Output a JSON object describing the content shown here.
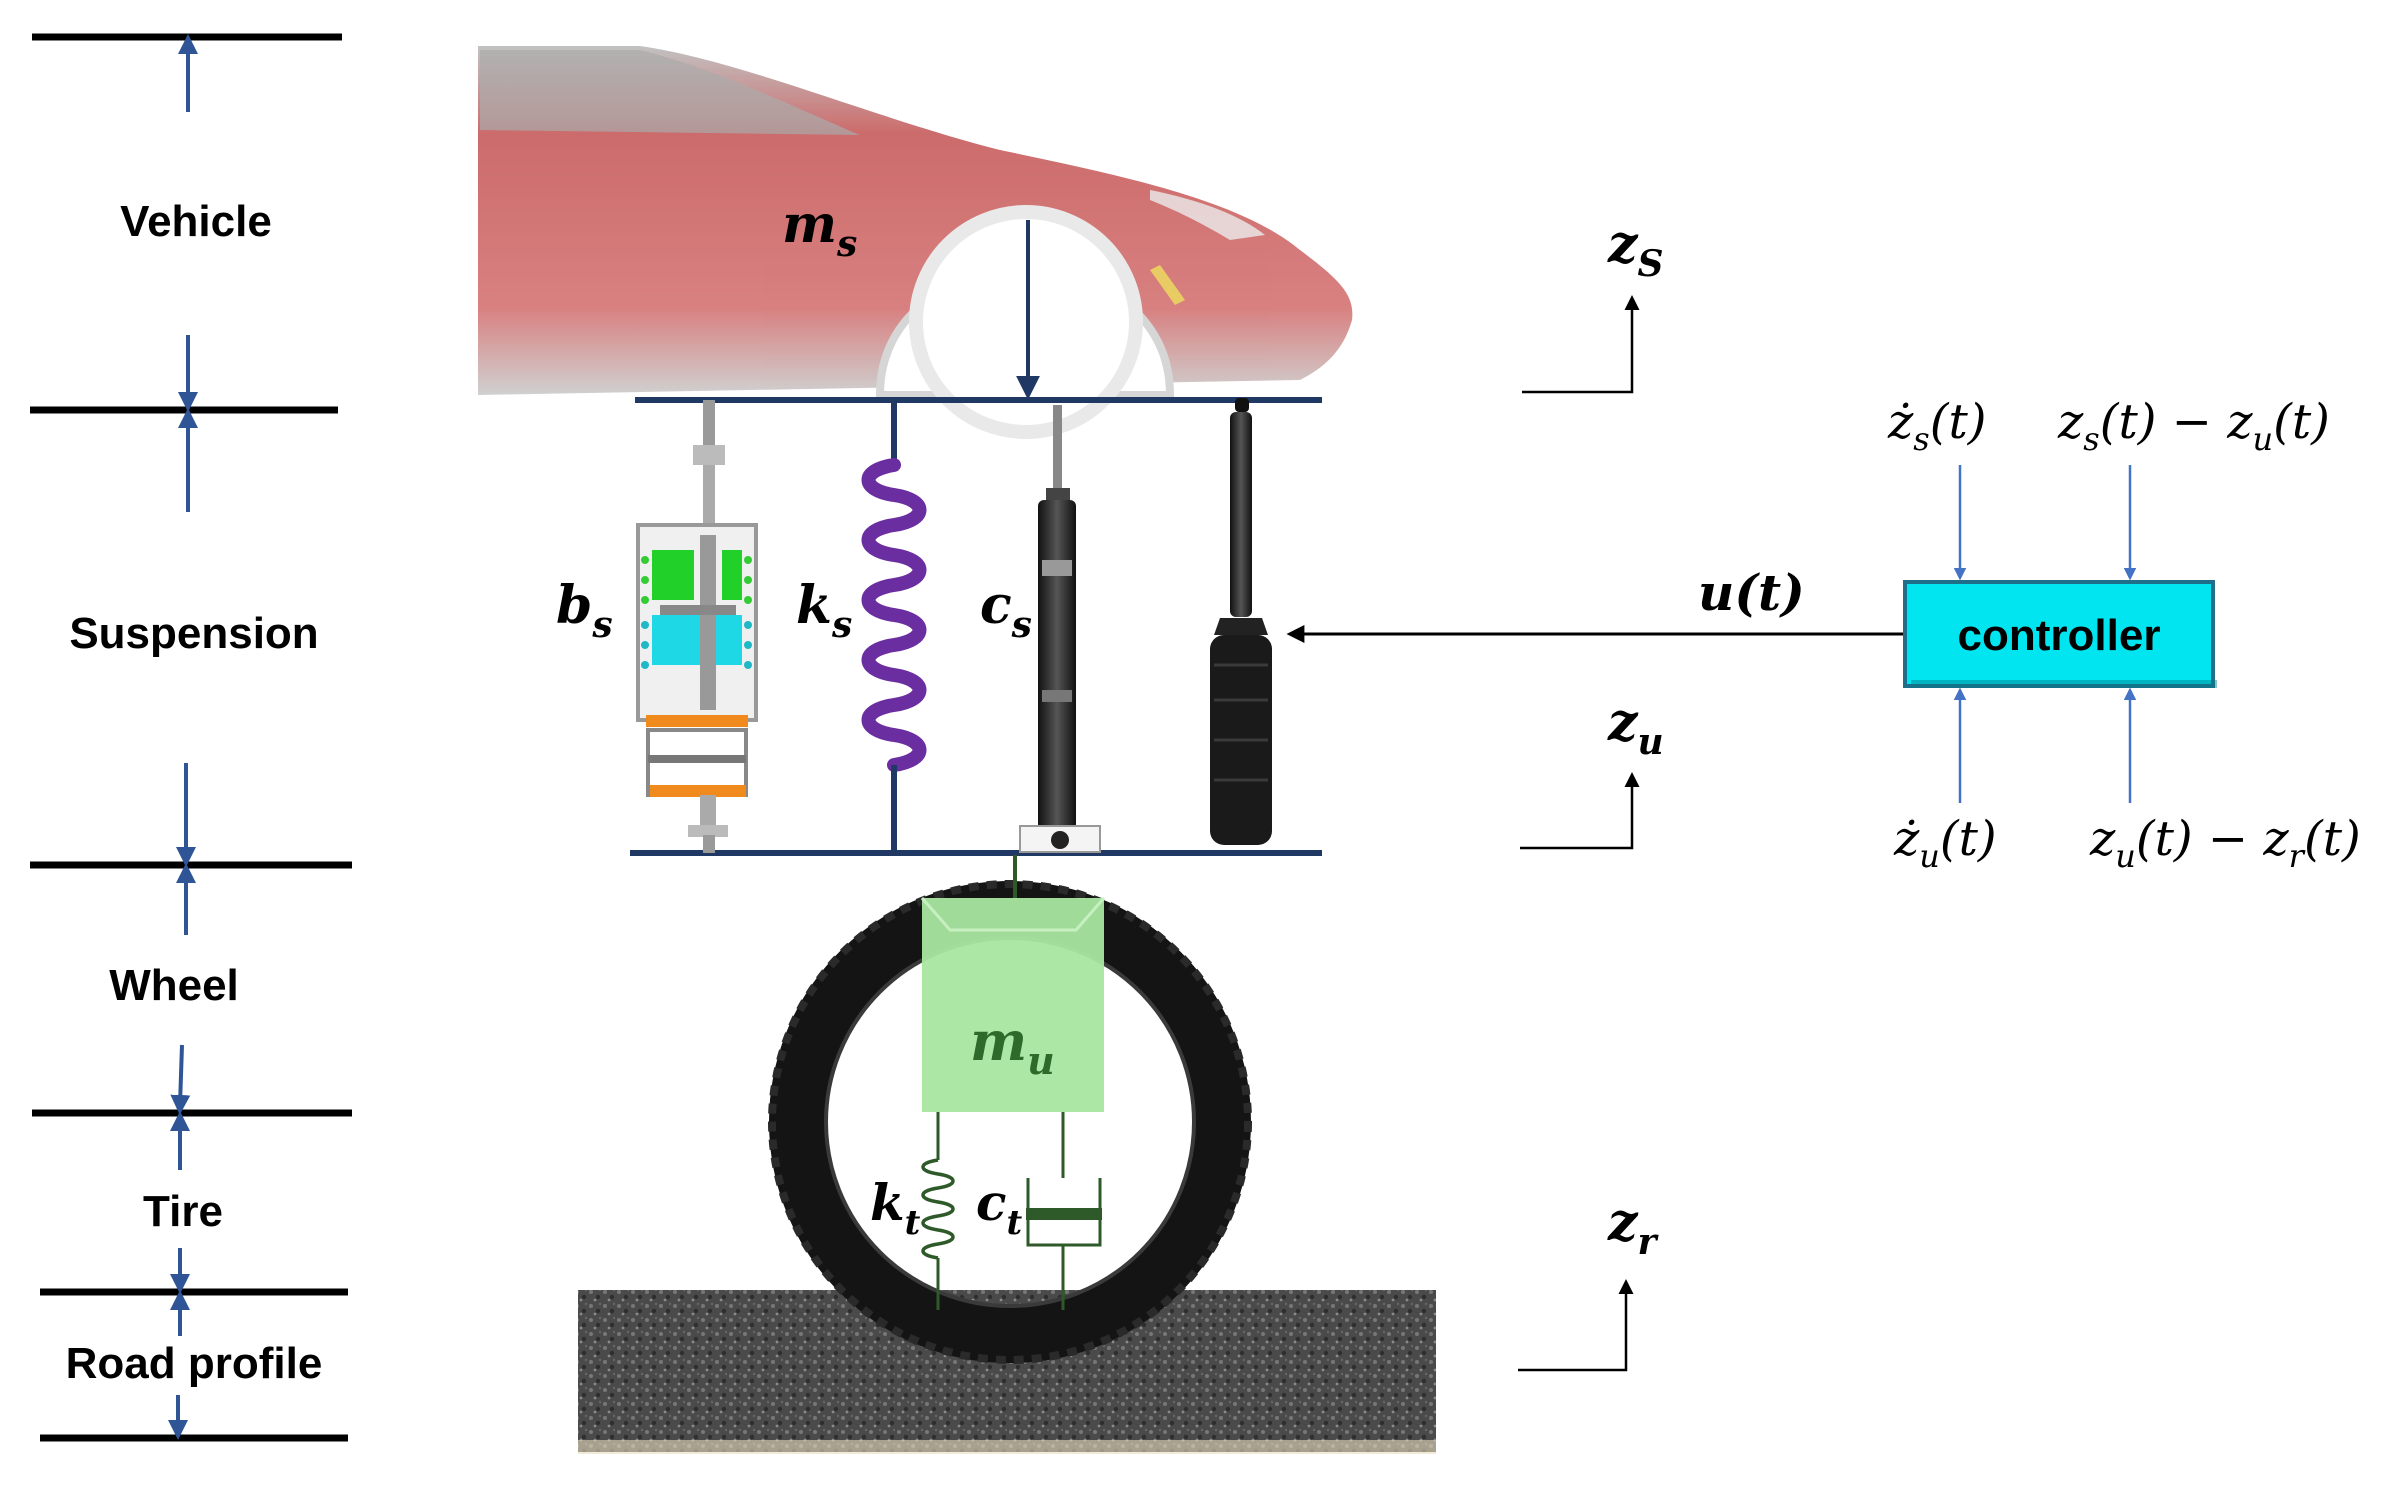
{
  "colors": {
    "bar": "#000000",
    "arrow_blue": "#2f5597",
    "frame_navy": "#1f3864",
    "controller_fill": "#00e5f0",
    "controller_stroke": "#1f6f8b",
    "wheel_mass_fill": "#a9e6a0",
    "wheel_mass_text": "#2e6b2a",
    "car_body": "#c94a4a",
    "spring_purple": "#6a2ea0",
    "tire_green": "#2e5a2a",
    "road": "#555555"
  },
  "layers": {
    "vehicle": "Vehicle",
    "suspension": "Suspension",
    "wheel": "Wheel",
    "tire": "Tire",
    "road": "Road profile"
  },
  "symbols": {
    "ms": "m",
    "ms_sub": "s",
    "mu": "m",
    "mu_sub": "u",
    "bs": "b",
    "bs_sub": "s",
    "ks": "k",
    "ks_sub": "s",
    "cs": "c",
    "cs_sub": "s",
    "kt": "k",
    "kt_sub": "t",
    "ct": "c",
    "ct_sub": "t",
    "zs": "z",
    "zs_sub": "S",
    "zu": "z",
    "zu_sub": "u",
    "zr": "z",
    "zr_sub": "r",
    "u": "u(t)"
  },
  "controller": {
    "label": "controller",
    "in_top_left": "ż",
    "in_top_left_sub": "s",
    "in_top_left_tail": "(t)",
    "in_top_right_a": "z",
    "in_top_right_a_sub": "s",
    "in_top_right_mid": "(t) − z",
    "in_top_right_b_sub": "u",
    "in_top_right_tail": "(t)",
    "in_bot_left": "ż",
    "in_bot_left_sub": "u",
    "in_bot_left_tail": "(t)",
    "in_bot_right_a": "z",
    "in_bot_right_a_sub": "u",
    "in_bot_right_mid": "(t) − z",
    "in_bot_right_b_sub": "r",
    "in_bot_right_tail": "(t)"
  }
}
